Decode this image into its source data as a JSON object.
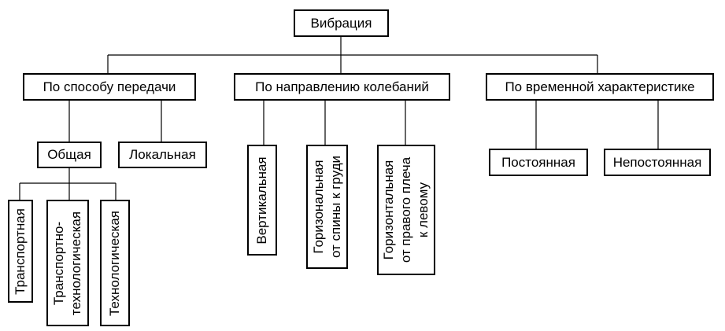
{
  "root": "Вибрация",
  "groups": {
    "transfer": {
      "label": "По способу передачи",
      "general": "Общая",
      "local": "Локальная",
      "general_children": [
        [
          "Транспортная"
        ],
        [
          "Транспортно-",
          "технологическая"
        ],
        [
          "Технологическая"
        ]
      ]
    },
    "direction": {
      "label": "По направлению колебаний",
      "children": [
        [
          "Вертикальная"
        ],
        [
          "Горизональная",
          "от спины к груди"
        ],
        [
          "Горизонтальная",
          "от правого плеча",
          "к левому"
        ]
      ]
    },
    "time": {
      "label": "По временной характеристике",
      "children": [
        "Постоянная",
        "Непостоянная"
      ]
    }
  }
}
